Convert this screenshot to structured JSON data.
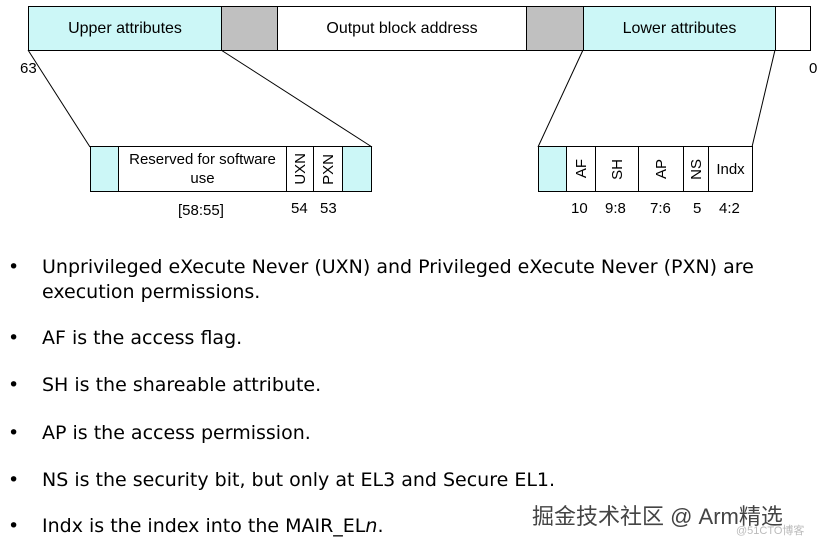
{
  "descriptor": {
    "upper_attributes_label": "Upper attributes",
    "output_address_label": "Output block address",
    "lower_attributes_label": "Lower attributes",
    "bit_high": "63",
    "bit_low": "0"
  },
  "upper_detail": {
    "reserved_label": "Reserved for software use",
    "uxn_label": "UXN",
    "pxn_label": "PXN",
    "reserved_bits": "[58:55]",
    "uxn_bit": "54",
    "pxn_bit": "53"
  },
  "lower_detail": {
    "af_label": "AF",
    "sh_label": "SH",
    "ap_label": "AP",
    "ns_label": "NS",
    "indx_label": "Indx",
    "af_bit": "10",
    "sh_bits": "9:8",
    "ap_bits": "7:6",
    "ns_bit": "5",
    "indx_bits": "4:2"
  },
  "bullets": {
    "b1": "Unprivileged eXecute Never (UXN) and Privileged eXecute Never (PXN) are execution permissions.",
    "b2": "AF is the access flag.",
    "b3": "SH is the shareable attribute.",
    "b4": "AP is the access permission.",
    "b5": "NS is the security bit, but only at EL3 and Secure EL1.",
    "b6_prefix": "Indx is the index into the MAIR_EL",
    "b6_italic": "n",
    "b6_suffix": "."
  },
  "bullet_symbol": "•",
  "watermark": "掘金技术社区 @ Arm精选",
  "watermark_small": "@51CTO博客",
  "colors": {
    "cyan": "#ccf7f7",
    "gray": "#c0c0c0"
  }
}
